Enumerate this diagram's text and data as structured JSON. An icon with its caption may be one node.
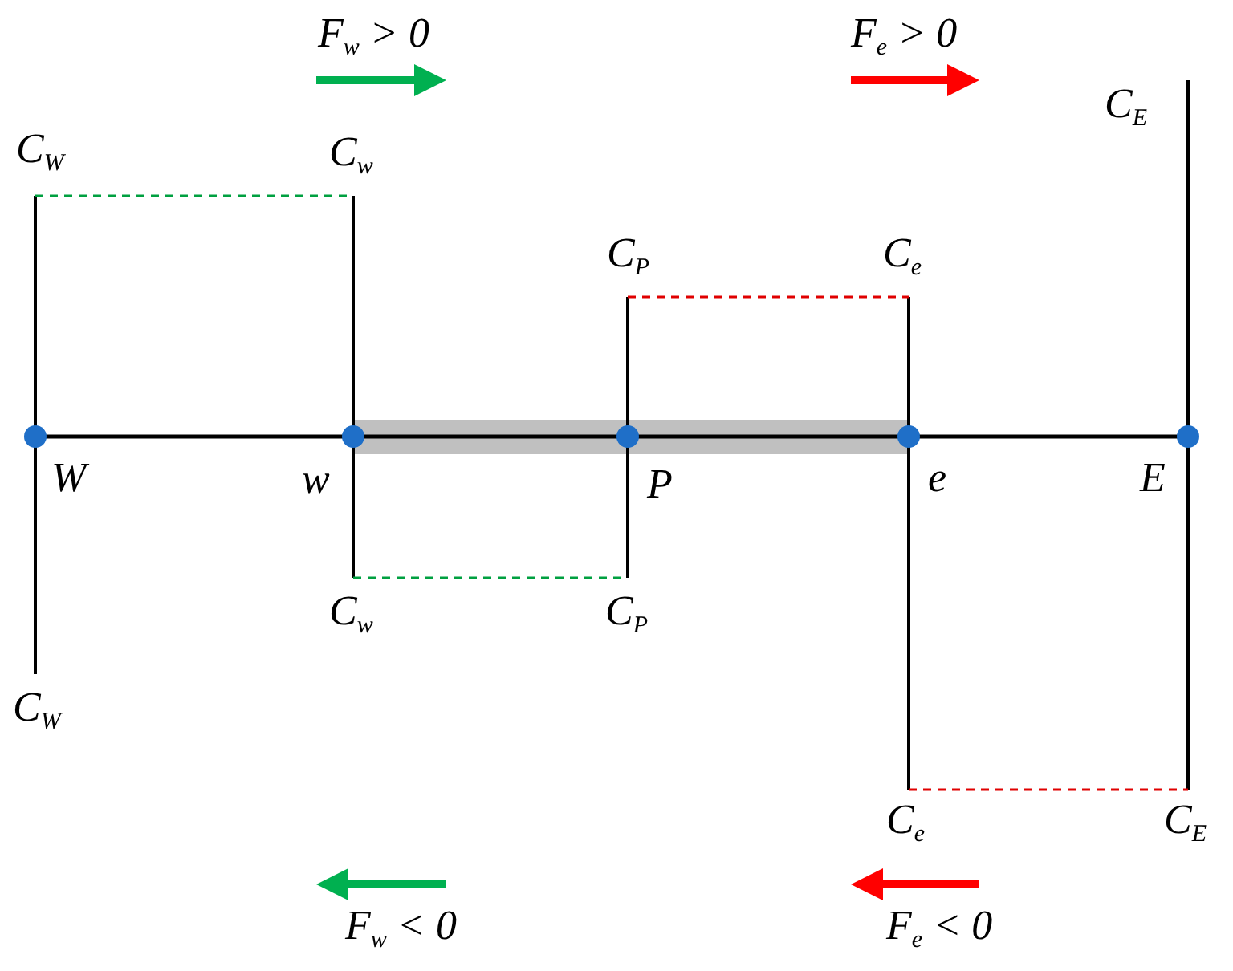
{
  "diagram": {
    "labels": [
      "F$_{w}$ > 0",
      "F$_{e}$ > 0",
      "C$_{E}$",
      "C$_{W}$",
      "C$_{w}$",
      "C$_{P}$",
      "C$_{e}$",
      "W",
      "w",
      "P",
      "e",
      "E",
      "C$_{w}$",
      "C$_{P}$",
      "C$_{W}$",
      "C$_{e}$",
      "C$_{E}$",
      "F$_{w}$ < 0",
      "F$_{e}$ < 0"
    ]
  }
}
